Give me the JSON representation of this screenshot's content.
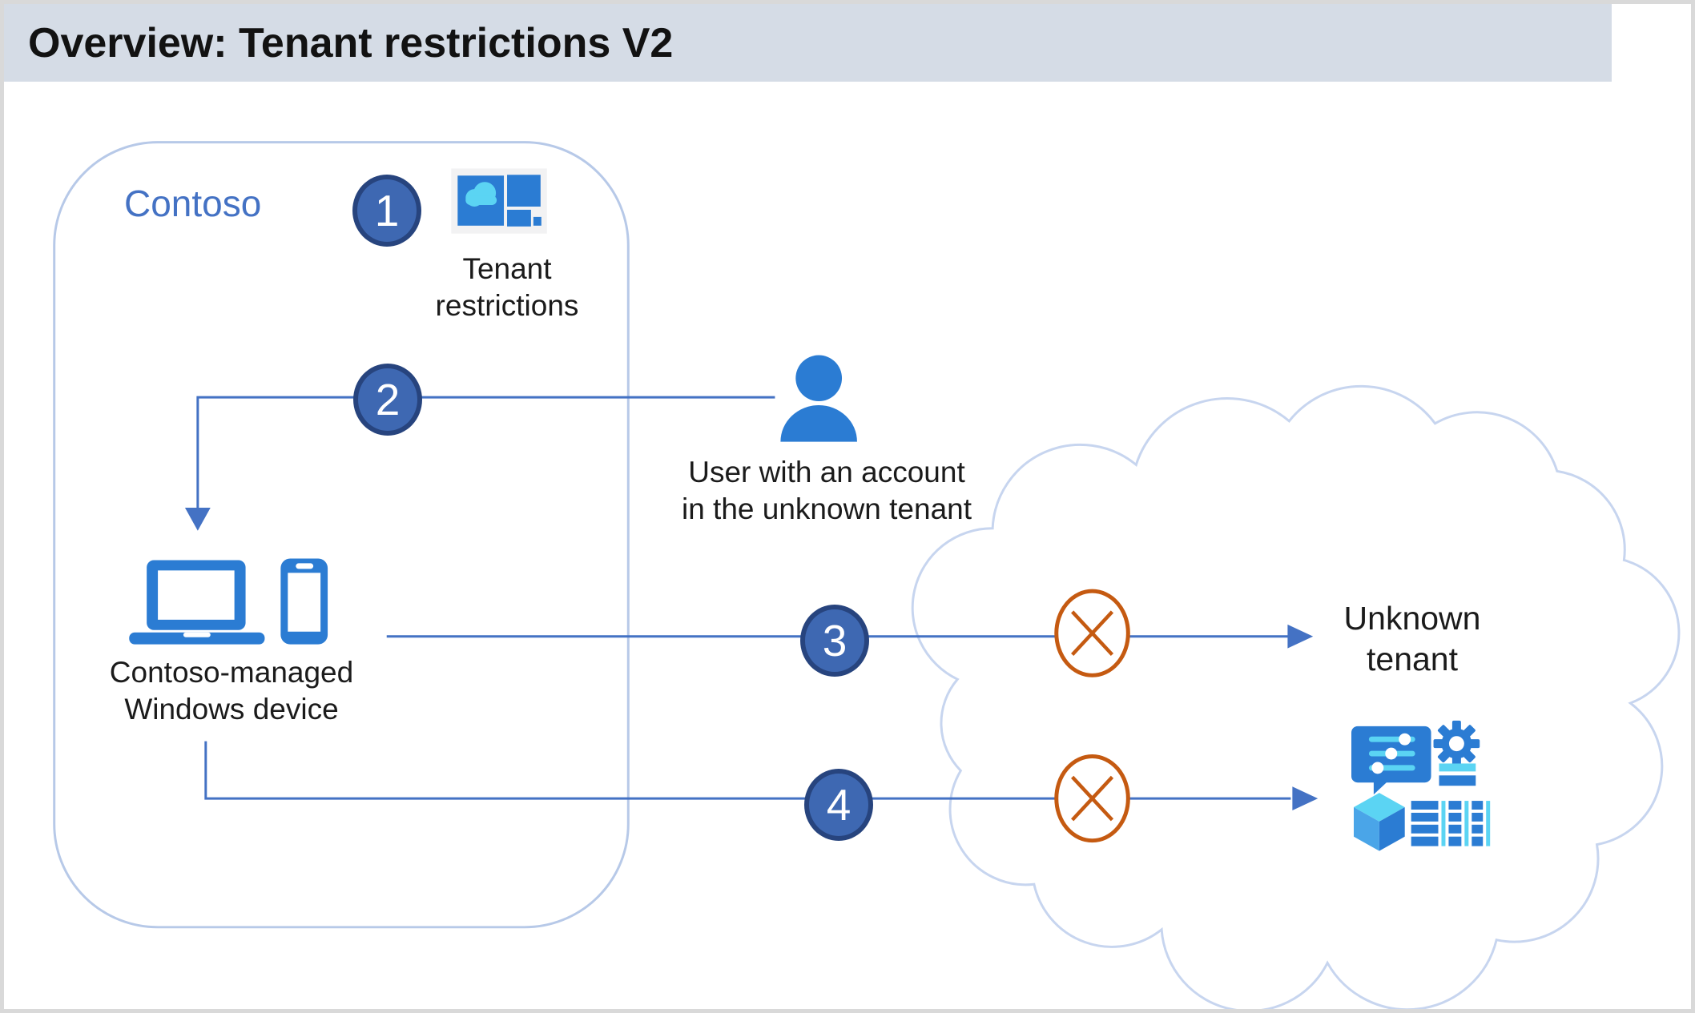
{
  "header": {
    "title": "Overview: Tenant restrictions V2"
  },
  "contoso": {
    "label": "Contoso"
  },
  "tenant_restrictions": {
    "line1": "Tenant",
    "line2": "restrictions"
  },
  "user": {
    "line1": "User with an account",
    "line2": "in the unknown tenant"
  },
  "device": {
    "line1": "Contoso-managed",
    "line2": "Windows device"
  },
  "unknown_tenant": {
    "line1": "Unknown",
    "line2": "tenant"
  },
  "steps": [
    {
      "number": "1"
    },
    {
      "number": "2"
    },
    {
      "number": "3"
    },
    {
      "number": "4"
    }
  ],
  "icons": {
    "tenant_restrictions": "cloud-tiles-icon",
    "user": "person-icon",
    "devices": [
      "laptop-icon",
      "smartphone-icon"
    ],
    "blocked": "blocked-x-icon",
    "unknown_tenant_boundary": "cloud-outline",
    "unknown_tenant_services": [
      "chat-settings-icon",
      "gear-icon",
      "cube-icon",
      "table-icon"
    ]
  },
  "colors": {
    "header_bg": "#d5dce6",
    "accent_blue": "#4472c4",
    "icon_blue": "#2b7cd3",
    "icon_cyan": "#5bd4f3",
    "cube_left": "#4aa5e8",
    "step_fill": "#3e68b2",
    "step_border": "#27447e",
    "blocked_orange": "#c55a11",
    "cloud_stroke": "#c7d5ef",
    "boundary_stroke": "#b7c9e8"
  }
}
